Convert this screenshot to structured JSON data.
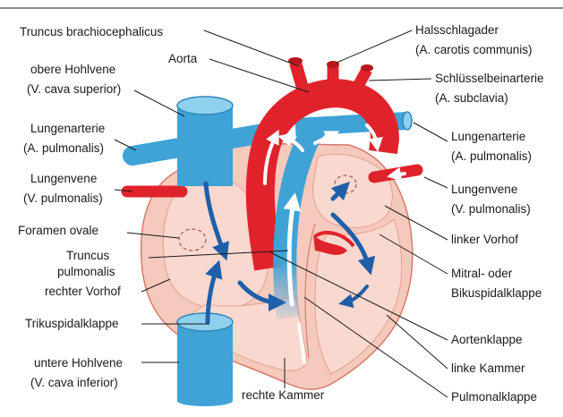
{
  "colors": {
    "artery_red": "#e0232b",
    "vein_blue": "#3fa3d6",
    "vein_blue_light": "#8fd0ef",
    "chamber_pink": "#f6c9bd",
    "chamber_outline": "#d77a6a",
    "arrow_blue": "#1f5fa8",
    "arrow_white": "#ffffff",
    "leader_line": "#1a1a1a",
    "top_rule": "#8a8a8a"
  },
  "labels": {
    "truncus_brachiocephalicus": "Truncus brachiocephalicus",
    "aorta": "Aorta",
    "obere_hohlvene_1": "obere Hohlvene",
    "obere_hohlvene_2": "(V. cava superior)",
    "lungenarterie_left_1": "Lungenarterie",
    "lungenarterie_left_2": "(A. pulmonalis)",
    "lungenvene_left_1": "Lungenvene",
    "lungenvene_left_2": "(V. pulmonalis)",
    "foramen_ovale": "Foramen ovale",
    "truncus_pulmonalis_1": "Truncus",
    "truncus_pulmonalis_2": "pulmonalis",
    "rechter_vorhof": "rechter Vorhof",
    "trikuspidalklappe": "Trikuspidalklappe",
    "untere_hohlvene_1": "untere Hohlvene",
    "untere_hohlvene_2": "(V. cava inferior)",
    "rechte_kammer": "rechte Kammer",
    "halsschlagader_1": "Halsschlagader",
    "halsschlagader_2": "(A. carotis communis)",
    "schluesselbein_1": "Schlüsselbeinarterie",
    "schluesselbein_2": "(A. subclavia)",
    "lungenarterie_right_1": "Lungenarterie",
    "lungenarterie_right_2": "(A. pulmonalis)",
    "lungenvene_right_1": "Lungenvene",
    "lungenvene_right_2": "(V. pulmonalis)",
    "linker_vorhof": "linker Vorhof",
    "mitral_1": "Mitral- oder",
    "mitral_2": "Bikuspidalklappe",
    "aortenklappe": "Aortenklappe",
    "linke_kammer": "linke Kammer",
    "pulmonalklappe": "Pulmonalklappe"
  }
}
